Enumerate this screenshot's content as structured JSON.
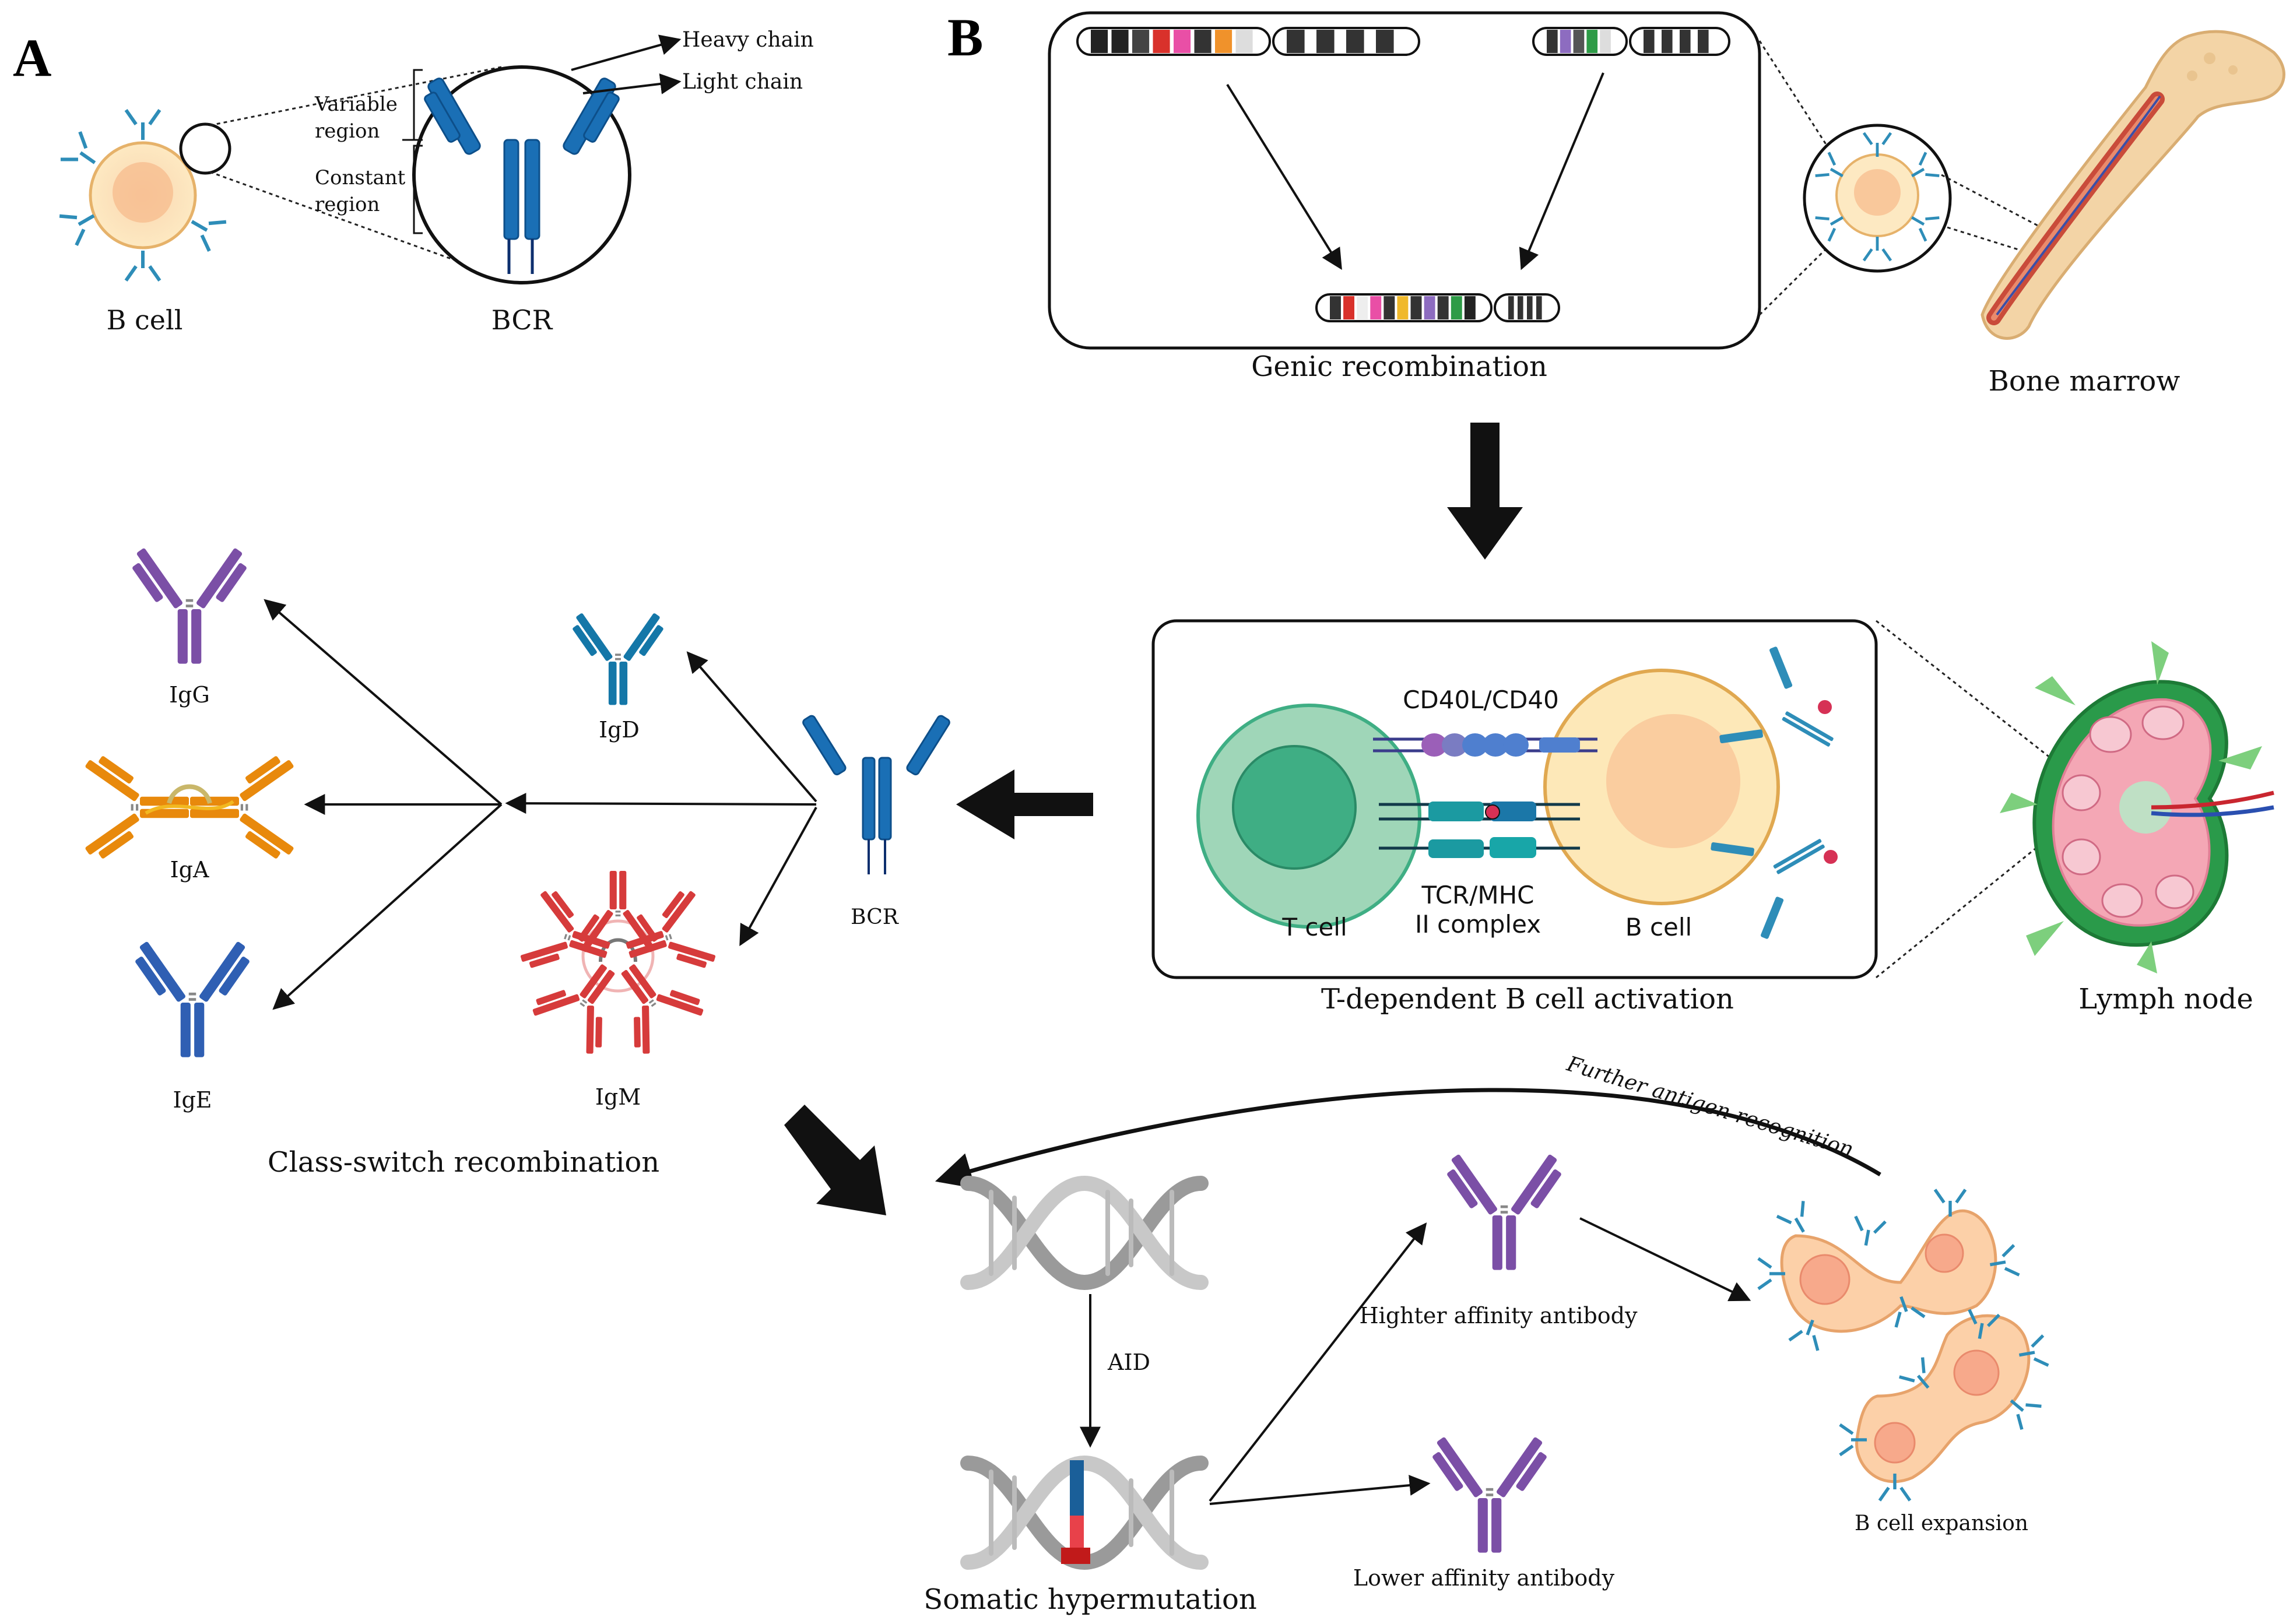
{
  "panels": {
    "a": "A",
    "b": "B"
  },
  "panel_a": {
    "b_cell": "B cell",
    "bcr": "BCR",
    "heavy_chain": "Heavy chain",
    "light_chain": "Light chain",
    "variable_region_1": "Variable",
    "variable_region_2": "region",
    "constant_region_1": "Constant",
    "constant_region_2": "region"
  },
  "panel_b": {
    "genic_recombination": "Genic recombination",
    "bone_marrow": "Bone marrow",
    "cd40l_cd40": "CD40L/CD40",
    "t_cell": "T cell",
    "tcr_mhc_1": "TCR/MHC",
    "tcr_mhc_2": "II complex",
    "b_cell": "B cell",
    "t_dependent": "T-dependent B cell activation",
    "lymph_node": "Lymph node"
  },
  "class_switch": {
    "igg": "IgG",
    "iga": "IgA",
    "ige": "IgE",
    "igd": "IgD",
    "igm": "IgM",
    "bcr": "BCR",
    "title": "Class-switch recombination"
  },
  "shm": {
    "aid": "AID",
    "somatic_hypermutation": "Somatic hypermutation",
    "higher_affinity": "Highter affinity antibody",
    "lower_affinity": "Lower affinity antibody",
    "b_cell_expansion": "B cell expansion",
    "further_recognition": "Further antigen recognition"
  },
  "colors": {
    "bcr_blue": "#1a6fb5",
    "igg_purple": "#7b4fa6",
    "iga_orange": "#e8890c",
    "ige_blue": "#2f5fb3",
    "igd_teal": "#1477a8",
    "igm_red": "#d63b3b",
    "t_cell_green": "#3fae84",
    "b_cell_cream": "#fde8b8"
  },
  "chromosome_segments": {
    "left": [
      "#222",
      "#222",
      "#444",
      "#d9312b",
      "#e94fa6",
      "#333",
      "#f0922b",
      "#ddd"
    ],
    "right": [
      "#333",
      "#8d6cc0",
      "#555",
      "#2e9b47",
      "#ddd"
    ],
    "combined": [
      "#333",
      "#d9312b",
      "#eee",
      "#e94fa6",
      "#333",
      "#f0b92b",
      "#333",
      "#8d6cc0",
      "#333",
      "#2e9b47",
      "#222"
    ]
  }
}
